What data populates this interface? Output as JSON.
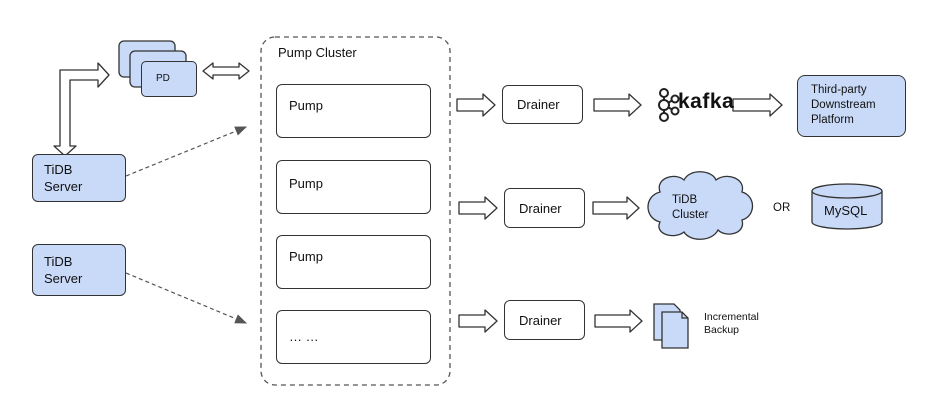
{
  "pd": {
    "label": "PD"
  },
  "tidb_servers": [
    {
      "line1": "TiDB",
      "line2": "Server"
    },
    {
      "line1": "TiDB",
      "line2": "Server"
    }
  ],
  "pump_cluster": {
    "title": "Pump Cluster",
    "pumps": [
      "Pump",
      "Pump",
      "Pump",
      "… …"
    ]
  },
  "drainers": [
    "Drainer",
    "Drainer",
    "Drainer"
  ],
  "kafka": {
    "label": "kafka",
    "tagline": ""
  },
  "third_party": {
    "lines": [
      "Third-party",
      "Downstream",
      "Platform"
    ]
  },
  "tidb_cluster": {
    "line1": "TiDB",
    "line2": "Cluster"
  },
  "or_label": "OR",
  "mysql": {
    "label": "MySQL"
  },
  "backup": {
    "line1": "Incremental",
    "line2": "Backup"
  },
  "colors": {
    "node_fill": "#c9daf8",
    "stroke": "#333333",
    "arrow_fill": "#ffffff"
  }
}
